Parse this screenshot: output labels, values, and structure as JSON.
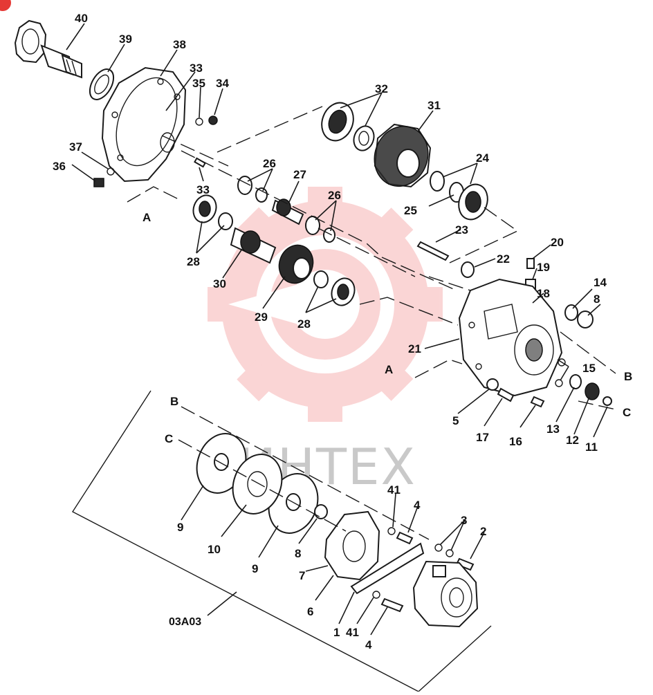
{
  "diagram": {
    "figure_code": "03A03",
    "watermark": "ИНТЕХ",
    "reference_letters": [
      "A",
      "A",
      "B",
      "B",
      "C",
      "C"
    ],
    "callouts": [
      "1",
      "2",
      "3",
      "4",
      "4",
      "5",
      "6",
      "7",
      "8",
      "8",
      "9",
      "9",
      "10",
      "11",
      "12",
      "13",
      "14",
      "15",
      "16",
      "17",
      "18",
      "19",
      "20",
      "21",
      "22",
      "23",
      "24",
      "25",
      "26",
      "26",
      "27",
      "28",
      "28",
      "29",
      "30",
      "31",
      "32",
      "33",
      "33",
      "34",
      "35",
      "36",
      "37",
      "38",
      "39",
      "40",
      "41",
      "41"
    ],
    "colors": {
      "line": "#1a1a1a",
      "watermark": "#f08080",
      "badge": "#e53935"
    }
  }
}
